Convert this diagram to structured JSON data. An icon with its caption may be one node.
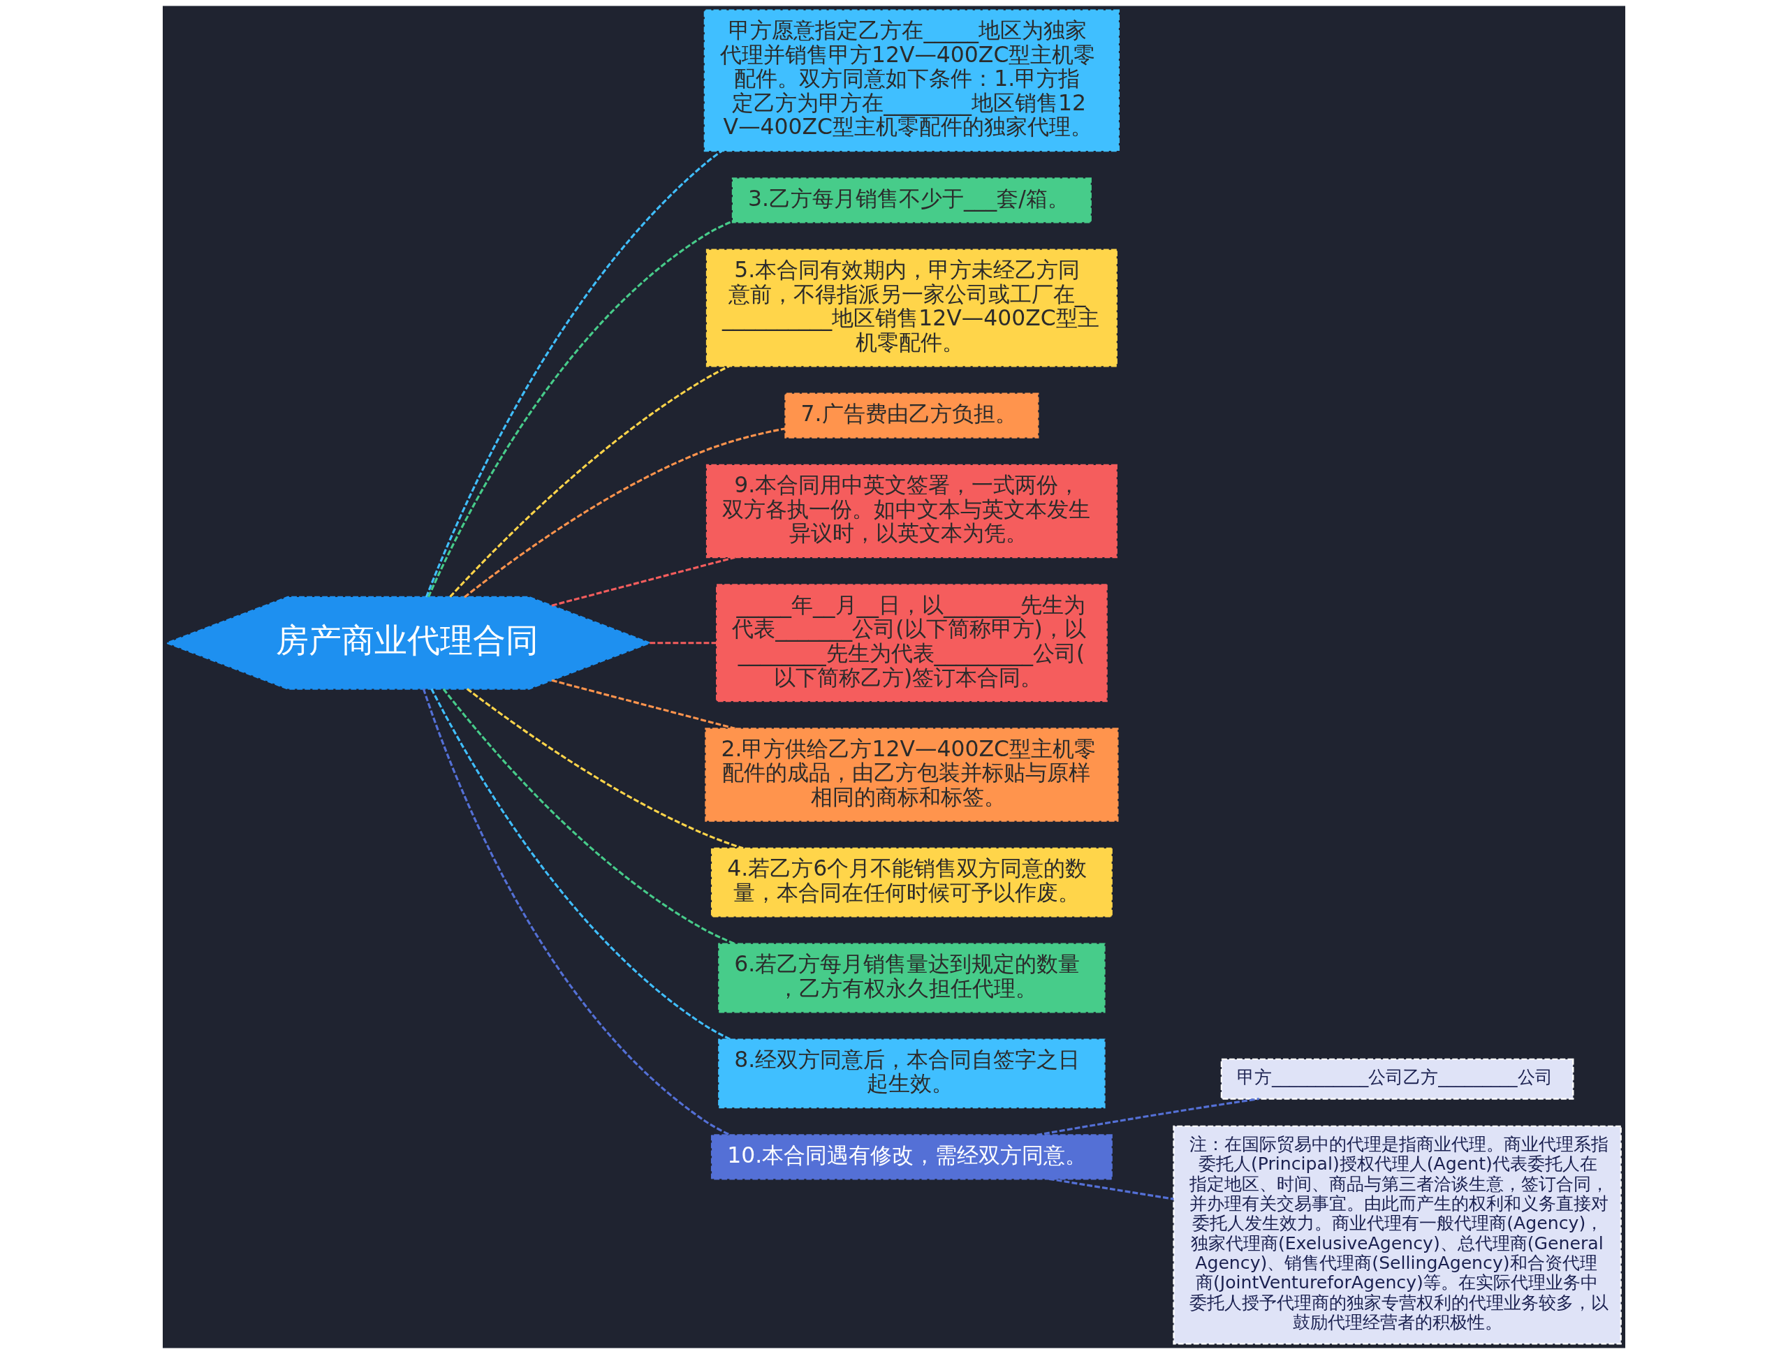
{
  "diagram": {
    "nodes": [
      {
        "text": [
          "房产商业代理合同"
        ]
      },
      {
        "text": [
          "甲方愿意指定乙方在_____地区为独家代理并销售甲方12V—400ZC型主机零配件。双方同意如下条件：1.甲方指定乙方为甲方在________地区销售12V—400ZC型主机零配件的独家代理。"
        ]
      },
      {
        "text": [
          "3.乙方每月销售不少于___套/箱。"
        ]
      },
      {
        "text": [
          "5.本合同有效期内，甲方未经乙方同意前，不得指派另一家公司或工厂在___________地区销售12V—400ZC型主机零配件。"
        ]
      },
      {
        "text": [
          "7.广告费由乙方负担。"
        ]
      },
      {
        "text": [
          "9.本合同用中英文签署，一式两份，双方各执一份。如中文本与英文本发生异议时，以英文本为凭。"
        ]
      },
      {
        "text": [
          "_____年__月__日，以_______先生为代表_______公司(以下简称甲方)，以________先生为代表_________公司(以下简称乙方)签订本合同。"
        ]
      },
      {
        "text": [
          "2.甲方供给乙方12V—400ZC型主机零配件的成品，由乙方包装并标贴与原样相同的商标和标签。"
        ]
      },
      {
        "text": [
          "4.若乙方6个月不能销售双方同意的数量，本合同在任何时候可予以作废。"
        ]
      },
      {
        "text": [
          "6.若乙方每月销售量达到规定的数量，乙方有权永久担任代理。"
        ]
      },
      {
        "text": [
          "8.经双方同意后，本合同自签字之日起生效。"
        ]
      },
      {
        "text": [
          "10.本合同遇有修改，需经双方同意。"
        ]
      },
      {
        "text": [
          "甲方___________公司乙方_________公司"
        ]
      },
      {
        "text": [
          "注：在国际贸易中的代理是指商业代理。商业代理系指委托人(Principal)授权代理人(Agent)代表委托人在指定地区、时间、商品与第三者洽谈生意，签订合同，并办理有关交易事宜。由此而产生的权利和义务直接对委托人发生效力。商业代理有一般代理商(Agency)，独家代理商(ExelusiveAgency)、总代理商(GeneralAgency)、销售代理商(SellingAgency)和合资代理商(JointVentureforAgency)等。在实际代理业务中委托人授予代理商的独家专营权利的代理业务较多，以鼓励代理经营者的积极性。"
        ]
      }
    ],
    "edges": [
      {
        "from": 0,
        "to": 1,
        "arrow": "none",
        "style": "dashed",
        "color": "#40bfff"
      },
      {
        "from": 0,
        "to": 2,
        "arrow": "none",
        "style": "dashed",
        "color": "#47cc8a"
      },
      {
        "from": 0,
        "to": 3,
        "arrow": "none",
        "style": "dashed",
        "color": "#ffd54a"
      },
      {
        "from": 0,
        "to": 4,
        "arrow": "none",
        "style": "dashed",
        "color": "#ff944d"
      },
      {
        "from": 0,
        "to": 5,
        "arrow": "none",
        "style": "dashed",
        "color": "#f55d5d"
      },
      {
        "from": 0,
        "to": 6,
        "arrow": "none",
        "style": "dashed",
        "color": "#f55d5d"
      },
      {
        "from": 0,
        "to": 7,
        "arrow": "none",
        "style": "dashed",
        "color": "#ff944d"
      },
      {
        "from": 0,
        "to": 8,
        "arrow": "none",
        "style": "dashed",
        "color": "#ffd54a"
      },
      {
        "from": 0,
        "to": 9,
        "arrow": "none",
        "style": "dashed",
        "color": "#47cc8a"
      },
      {
        "from": 0,
        "to": 10,
        "arrow": "none",
        "style": "dashed",
        "color": "#40bfff"
      },
      {
        "from": 0,
        "to": 11,
        "arrow": "none",
        "style": "dashed",
        "color": "#5470d6"
      },
      {
        "from": 11,
        "to": 12,
        "arrow": "none",
        "style": "dashed",
        "color": "#5470d6"
      },
      {
        "from": 11,
        "to": 13,
        "arrow": "none",
        "style": "dashed",
        "color": "#5470d6"
      }
    ]
  }
}
